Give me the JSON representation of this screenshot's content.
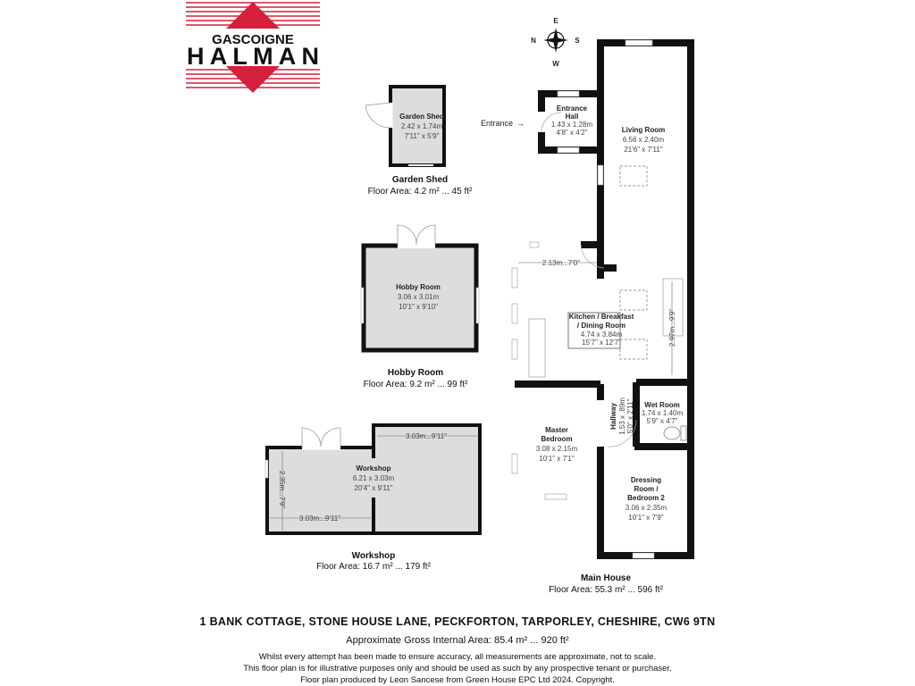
{
  "logo": {
    "line1": "GASCOIGNE",
    "line2": "HALMAN",
    "brand_color": "#d4203a"
  },
  "compass": {
    "north": "N",
    "east": "E",
    "south": "S",
    "west": "W"
  },
  "garden_shed": {
    "room": {
      "name": "Garden Shed",
      "metric": "2.42 x 1.74m",
      "imperial": "7'11\" x 5'9\""
    },
    "title": "Garden Shed",
    "area": "Floor Area: 4.2 m² ... 45 ft²"
  },
  "hobby_room": {
    "room": {
      "name": "Hobby Room",
      "metric": "3.06 x 3.01m",
      "imperial": "10'1\" x 9'10\""
    },
    "title": "Hobby Room",
    "area": "Floor Area: 9.2 m² ... 99 ft²"
  },
  "workshop": {
    "room": {
      "name": "Workshop",
      "metric": "6.21 x 3.03m",
      "imperial": "20'4\" x 9'11\""
    },
    "dims": {
      "top": "3.03m...9'11\"",
      "bottom": "3.03m...9'11\"",
      "side": "2.35m...7'9\""
    },
    "title": "Workshop",
    "area": "Floor Area: 16.7 m² ... 179 ft²"
  },
  "main_house": {
    "entrance_label": "Entrance",
    "entrance_hall": {
      "name1": "Entrance",
      "name2": "Hall",
      "metric": "1.43 x 1.28m",
      "imperial": "4'8\" x 4'2\""
    },
    "living_room": {
      "name": "Living Room",
      "metric": "6.56 x 2.40m",
      "imperial": "21'6\" x 7'11\""
    },
    "kitchen": {
      "name1": "Kitchen / Breakfast",
      "name2": "/ Dining Room",
      "metric": "4.74 x 3.84m",
      "imperial": "15'7\" x 12'7\"",
      "dim_width": "2.13m...7'0\"",
      "dim_side": "2.97m...9'9\""
    },
    "hallway": {
      "name": "Hallway",
      "metric": "1.53 x .89m",
      "imperial": "5'0\" x 2'11\""
    },
    "wet_room": {
      "name": "Wet Room",
      "metric": "1.74 x 1.40m",
      "imperial": "5'9\" x 4'7\""
    },
    "master_bedroom": {
      "name1": "Master",
      "name2": "Bedroom",
      "metric": "3.08 x 2.15m",
      "imperial": "10'1\" x 7'1\""
    },
    "dressing_room": {
      "name1": "Dressing",
      "name2": "Room /",
      "name3": "Bedroom 2",
      "metric": "3.06 x 2.35m",
      "imperial": "10'1\" x 7'9\""
    },
    "title": "Main House",
    "area": "Floor Area: 55.3 m² ... 596 ft²"
  },
  "footer": {
    "address": "1 BANK COTTAGE, STONE HOUSE LANE, PECKFORTON, TARPORLEY, CHESHIRE, CW6 9TN",
    "gross_area": "Approximate Gross Internal Area: 85.4 m² ... 920 ft²",
    "disclaimer1": "Whilst every attempt has been made to ensure accuracy, all measurements are approximate, not to scale.",
    "disclaimer2": "This floor plan is for illustrative purposes only and should be used as such by any prospective tenant or purchaser.",
    "disclaimer3": "Floor plan produced by Leon Sancese from Green House EPC Ltd 2024. Copyright."
  }
}
